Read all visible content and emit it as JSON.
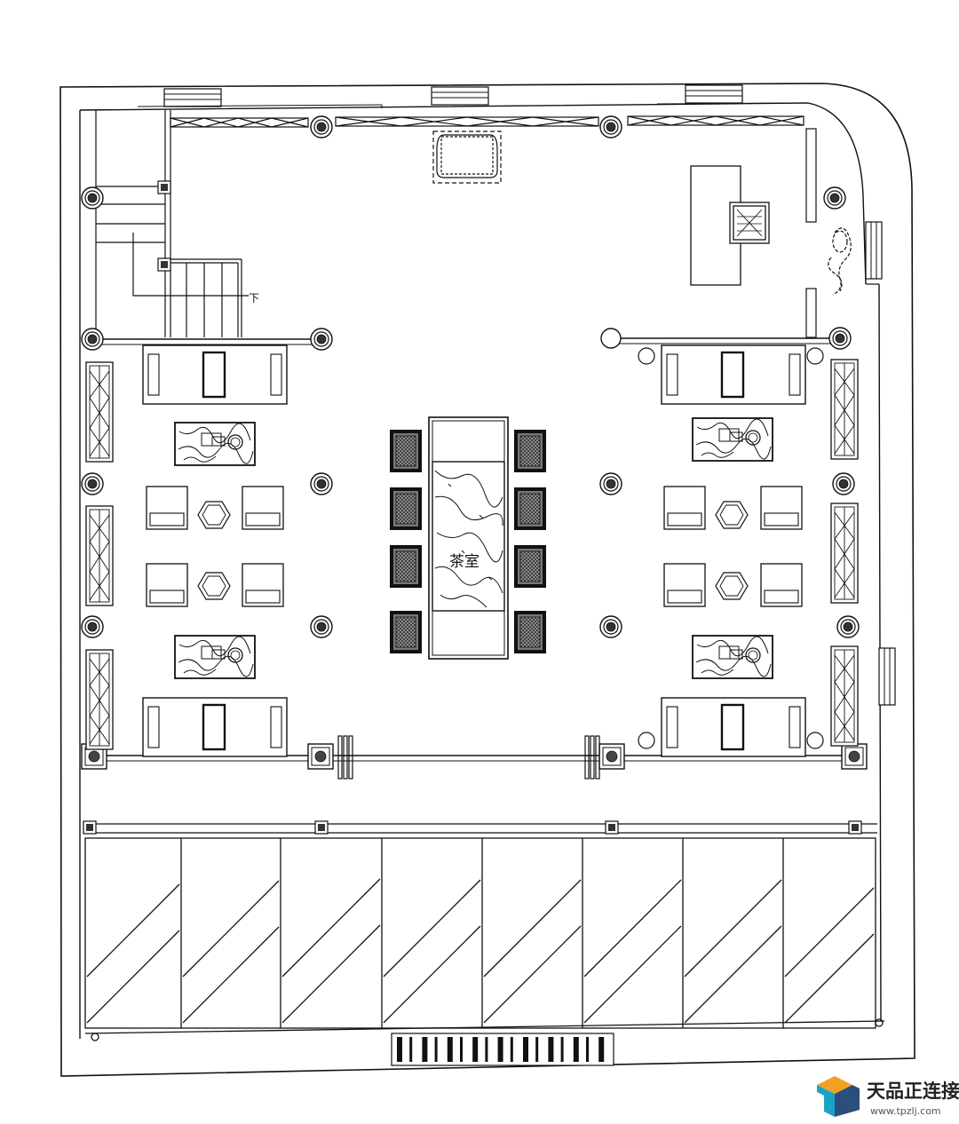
{
  "plan": {
    "room_label": "茶室",
    "stair_direction": "下"
  },
  "watermark": {
    "brand": "天品正连接",
    "url": "www.tpzlj.com",
    "logo_colors": [
      "#f2a023",
      "#1aa3c9",
      "#2b4f7a"
    ]
  },
  "colors": {
    "line": "#111111",
    "background": "#ffffff"
  }
}
